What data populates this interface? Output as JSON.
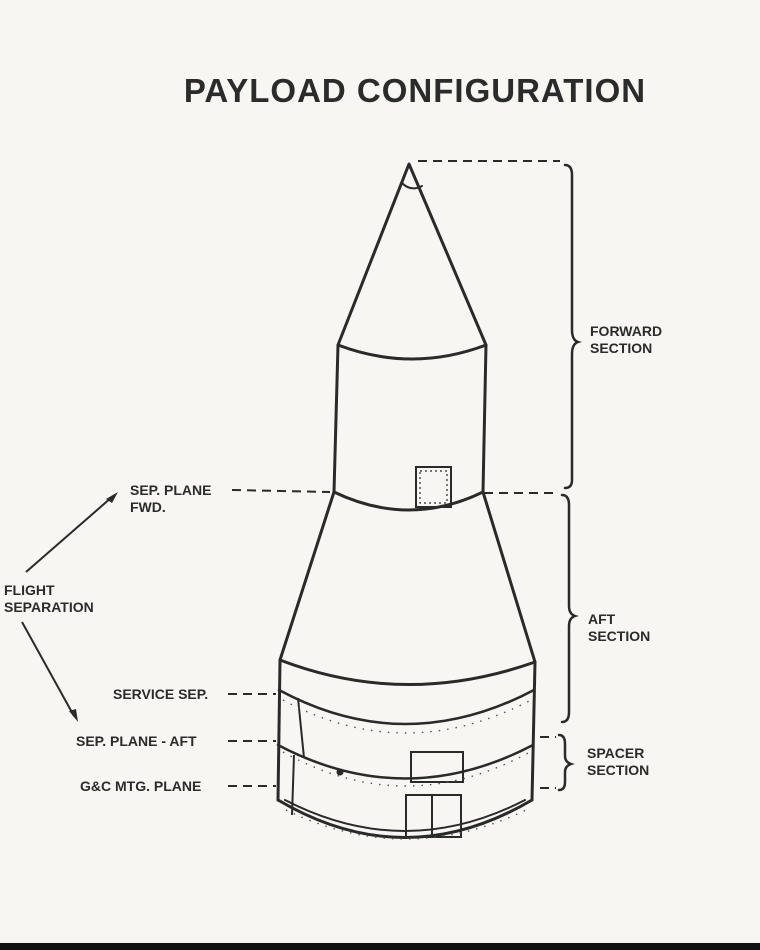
{
  "title": "PAYLOAD CONFIGURATION",
  "sections": {
    "forward": [
      "FORWARD",
      "SECTION"
    ],
    "aft": [
      "AFT",
      "SECTION"
    ],
    "spacer": [
      "SPACER",
      "SECTION"
    ]
  },
  "labels": {
    "sep_plane_fwd": [
      "SEP. PLANE",
      "FWD."
    ],
    "flight_separation": [
      "FLIGHT",
      "SEPARATION"
    ],
    "service_sep": "SERVICE SEP.",
    "sep_plane_aft": "SEP. PLANE - AFT",
    "gc_mtg_plane": "G&C MTG. PLANE"
  }
}
